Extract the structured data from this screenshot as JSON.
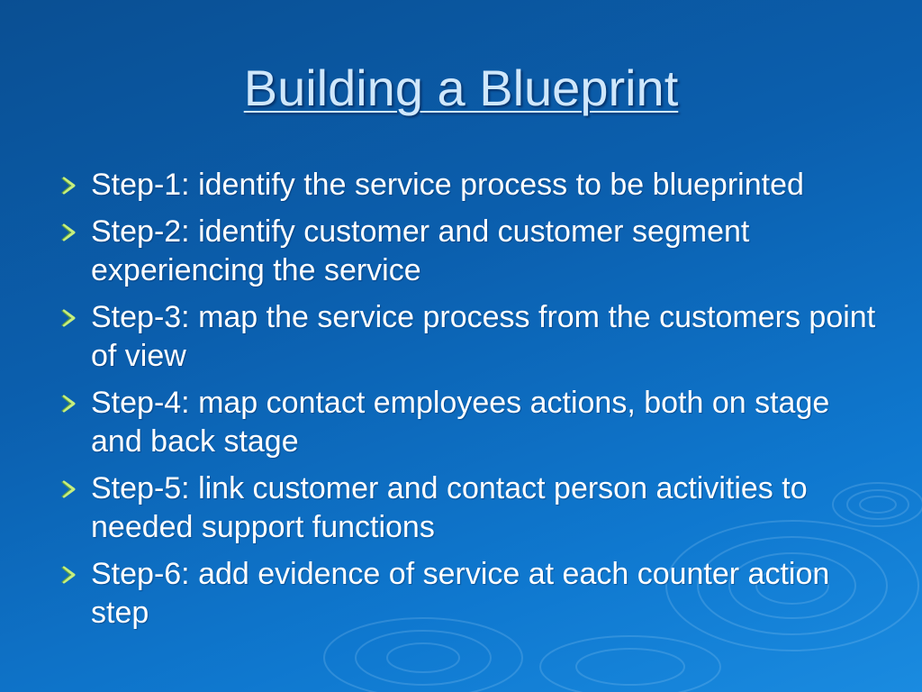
{
  "slide": {
    "title": "Building a Blueprint",
    "bullets": [
      {
        "text": "Step-1: identify the service process to be blueprinted"
      },
      {
        "text": "Step-2: identify customer and customer segment experiencing the service"
      },
      {
        "text": "Step-3: map the service process from the customers point of view"
      },
      {
        "text": "Step-4: map contact employees actions, both on stage and back stage"
      },
      {
        "text": "Step-5: link customer and contact person activities to needed support functions"
      },
      {
        "text": "Step-6: add evidence of service at each counter action step"
      }
    ],
    "bullet_icon": "chevron-arrow-icon",
    "colors": {
      "background_dark": "#0a4f93",
      "background_light": "#1a8be0",
      "title": "#cfe7fb",
      "text": "#ffffff",
      "bullet": "#c6ef7d"
    }
  }
}
